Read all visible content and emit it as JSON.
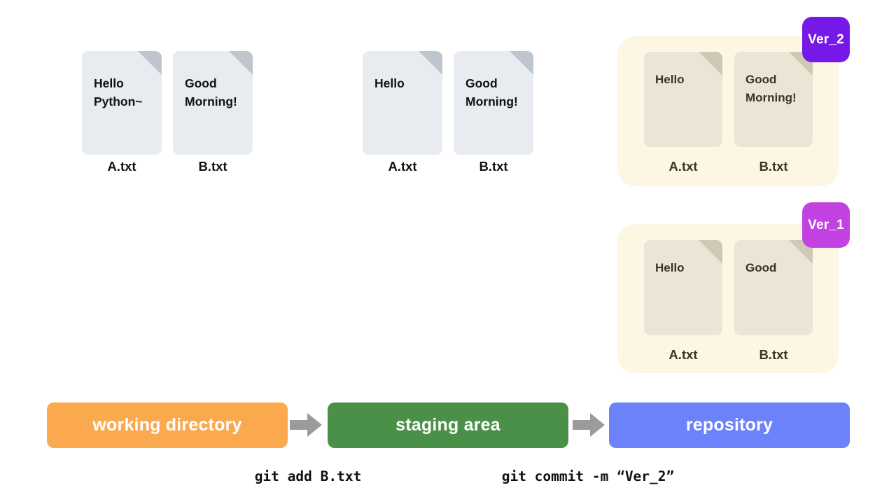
{
  "diagram": {
    "title": "git working directory / staging area / repository flow",
    "colors": {
      "working_directory": "#faa94f",
      "staging_area": "#4a9049",
      "repository": "#6b82fa",
      "arrow": "#9b9b9b",
      "doc_bg": "#e8ecf1",
      "doc_fold": "#bfc5cc",
      "repo_panel_bg": "#fdf6e3",
      "repo_doc_bg": "#eae5d6",
      "repo_doc_fold": "#cfc8b3",
      "ver2_badge": "#7518e8",
      "ver1_badge": "#c341e0"
    }
  },
  "working_directory": {
    "files": [
      {
        "content": "Hello\nPython~",
        "label": "A.txt"
      },
      {
        "content": "Good\nMorning!",
        "label": "B.txt"
      }
    ]
  },
  "staging_area": {
    "files": [
      {
        "content": "Hello",
        "label": "A.txt"
      },
      {
        "content": "Good\nMorning!",
        "label": "B.txt"
      }
    ]
  },
  "repository": {
    "versions": [
      {
        "badge": "Ver_2",
        "files": [
          {
            "content": "Hello",
            "label": "A.txt"
          },
          {
            "content": "Good\nMorning!",
            "label": "B.txt"
          }
        ]
      },
      {
        "badge": "Ver_1",
        "files": [
          {
            "content": "Hello",
            "label": "A.txt"
          },
          {
            "content": "Good",
            "label": "B.txt"
          }
        ]
      }
    ]
  },
  "stages": [
    {
      "label": "working directory"
    },
    {
      "label": "staging area"
    },
    {
      "label": "repository"
    }
  ],
  "commands": [
    {
      "text": "git add B.txt"
    },
    {
      "text": "git commit -m “Ver_2”"
    }
  ]
}
